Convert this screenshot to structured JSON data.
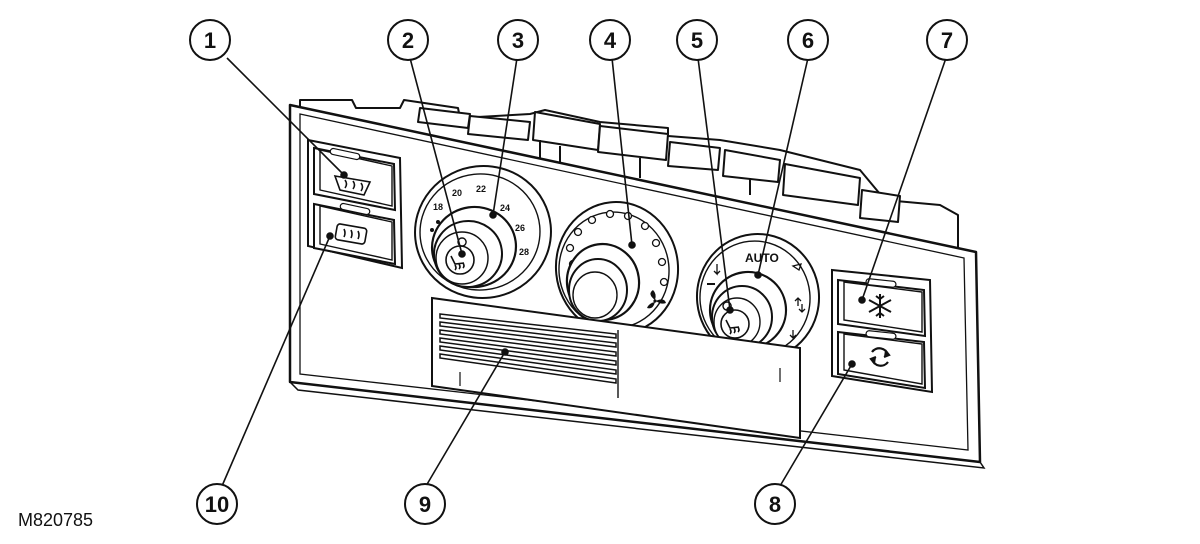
{
  "figure": {
    "reference_code": "M820785"
  },
  "callouts": [
    {
      "id": "1",
      "label": "1"
    },
    {
      "id": "2",
      "label": "2"
    },
    {
      "id": "3",
      "label": "3"
    },
    {
      "id": "4",
      "label": "4"
    },
    {
      "id": "5",
      "label": "5"
    },
    {
      "id": "6",
      "label": "6"
    },
    {
      "id": "7",
      "label": "7"
    },
    {
      "id": "8",
      "label": "8"
    },
    {
      "id": "9",
      "label": "9"
    },
    {
      "id": "10",
      "label": "10"
    }
  ],
  "temperature_dial": {
    "scale": [
      "18",
      "20",
      "22",
      "24",
      "26",
      "28"
    ]
  },
  "mode_dial": {
    "auto_label": "AUTO"
  },
  "icons": {
    "front_defrost": "front-windscreen-defrost-icon",
    "rear_defrost": "rear-window-defrost-icon",
    "seat_heat_left": "heated-seat-icon",
    "seat_heat_right": "heated-seat-icon",
    "fan": "fan-icon",
    "ac": "snowflake-icon",
    "recirculation": "recirculation-icon"
  }
}
